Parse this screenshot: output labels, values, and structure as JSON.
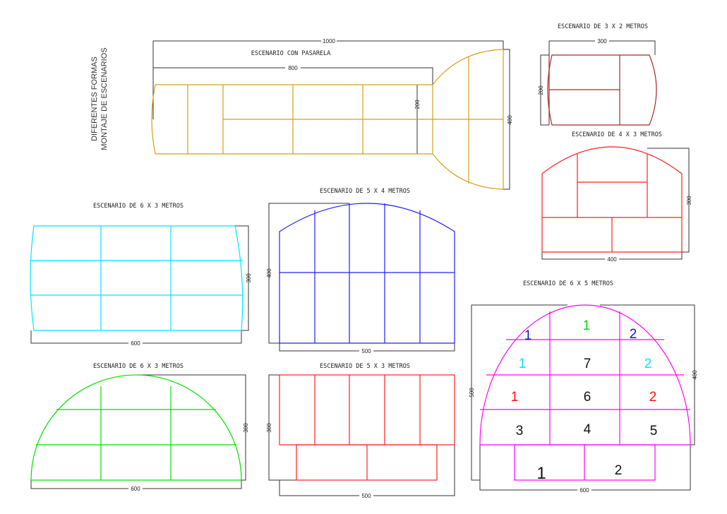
{
  "heading": {
    "line1": "DIFERENTES FORMAS",
    "line2": "MONTAJE DE ESCENARIOS"
  },
  "colors": {
    "pasarela": "#d4a017",
    "s3x2": "#a52a2a",
    "s4x3": "#ff2020",
    "s5x4": "#2020ff",
    "s6x3a": "#00e5ff",
    "s6x3b": "#00e000",
    "s5x3": "#ff2020",
    "s6x5": "#ff00ff"
  },
  "pasarela": {
    "title": "ESCENARIO CON PASARELA",
    "dim_total": "1000",
    "dim_length": "800",
    "dim_width": "200",
    "dim_height": "400"
  },
  "s3x2": {
    "title": "ESCENARIO DE 3 X 2 METROS",
    "dim_w": "300",
    "dim_h": "200"
  },
  "s4x3": {
    "title": "ESCENARIO DE 4 X 3 METROS",
    "dim_w": "400",
    "dim_h": "300"
  },
  "s5x4": {
    "title": "ESCENARIO DE 5 X 4 METROS",
    "dim_w": "500",
    "dim_h": "400"
  },
  "s6x3a": {
    "title": "ESCENARIO DE 6 X 3 METROS",
    "dim_w": "600",
    "dim_h": "300"
  },
  "s6x3b": {
    "title": "ESCENARIO DE 6 X 3 METROS",
    "dim_w": "600",
    "dim_h": "300"
  },
  "s5x3": {
    "title": "ESCENARIO DE 5 X 3 METROS",
    "dim_w": "500",
    "dim_h": "300"
  },
  "s6x5": {
    "title": "ESCENARIO DE 6 X 5 METROS",
    "dim_w": "600",
    "dim_h_total": "500",
    "dim_h_arc": "400",
    "labels": [
      {
        "text": "1",
        "color": "#1010e0"
      },
      {
        "text": "1",
        "color": "#10d010"
      },
      {
        "text": "2",
        "color": "#1010e0"
      },
      {
        "text": "1",
        "color": "#00e5ff"
      },
      {
        "text": "7",
        "color": "#111111"
      },
      {
        "text": "2",
        "color": "#00e5ff"
      },
      {
        "text": "1",
        "color": "#ff1010"
      },
      {
        "text": "6",
        "color": "#111111"
      },
      {
        "text": "2",
        "color": "#ff1010"
      },
      {
        "text": "3",
        "color": "#111111"
      },
      {
        "text": "4",
        "color": "#111111"
      },
      {
        "text": "5",
        "color": "#111111"
      },
      {
        "text": "1",
        "color": "#111111"
      },
      {
        "text": "2",
        "color": "#111111"
      }
    ]
  }
}
